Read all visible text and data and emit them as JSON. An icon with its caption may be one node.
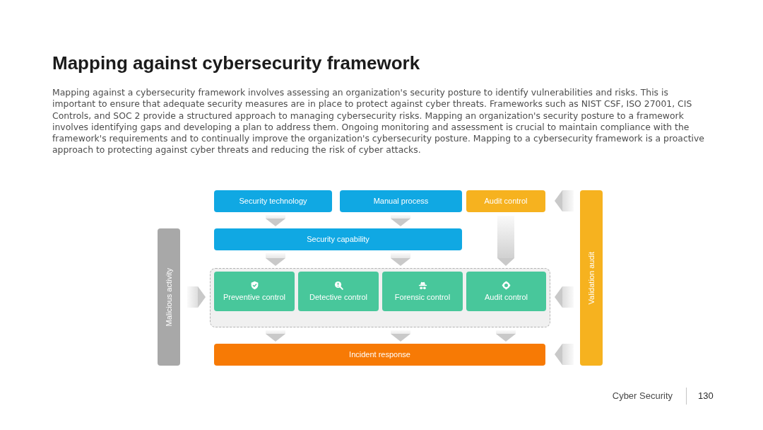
{
  "diagram": {
    "title": "Mapping against cybersecurity framework",
    "nodes": [
      {
        "text": [
          "Security technology"
        ]
      },
      {
        "text": [
          "Manual process"
        ]
      },
      {
        "text": [
          "Audit control"
        ]
      },
      {
        "text": [
          "Security capability"
        ]
      },
      {
        "text": [
          "Malicious activity"
        ]
      },
      {
        "text": [],
        "shape": "box"
      },
      {
        "text": [
          "Preventive control"
        ],
        "in": 5
      },
      {
        "text": [
          "Detective control"
        ],
        "in": 5
      },
      {
        "text": [
          "Forensic control"
        ],
        "in": 5
      },
      {
        "text": [
          "Audit control"
        ],
        "in": 5
      },
      {
        "text": [
          "Incident response"
        ]
      },
      {
        "text": [
          "Validation audit"
        ]
      }
    ],
    "edges": [
      {
        "from": 0,
        "to": 3,
        "arrow": "to"
      },
      {
        "from": 1,
        "to": 3,
        "arrow": "to"
      },
      {
        "from": 2,
        "to": 9,
        "arrow": "to"
      },
      {
        "from": 3,
        "to": 5,
        "arrow": "to"
      },
      {
        "from": 3,
        "to": 5,
        "arrow": "to"
      },
      {
        "from": 4,
        "to": 5,
        "arrow": "to"
      },
      {
        "from": 11,
        "to": 2,
        "arrow": "to"
      },
      {
        "from": 11,
        "to": 5,
        "arrow": "to"
      },
      {
        "from": 5,
        "to": 10,
        "arrow": "to"
      },
      {
        "from": 5,
        "to": 10,
        "arrow": "to"
      },
      {
        "from": 5,
        "to": 10,
        "arrow": "to"
      },
      {
        "from": 11,
        "to": 10,
        "arrow": "to"
      }
    ],
    "labels": [
      "Mapping against a cybersecurity framework involves assessing an organization's security posture to identify vulnerabilities and risks. This is important to ensure that adequate security measures are in place to protect against cyber threats. Frameworks such as NIST CSF, ISO 27001, CIS Controls, and SOC 2 provide a structured approach to managing cybersecurity risks. Mapping an organization's security posture to a framework involves identifying gaps and developing a plan to address them. Ongoing monitoring and assessment is crucial to maintain compliance with the framework's requirements and to continually improve the organization's cybersecurity posture. Mapping to a cybersecurity framework is a proactive approach to protecting against cyber threats and reducing the risk of cyber attacks.",
      "Cyber Security",
      "130"
    ]
  }
}
